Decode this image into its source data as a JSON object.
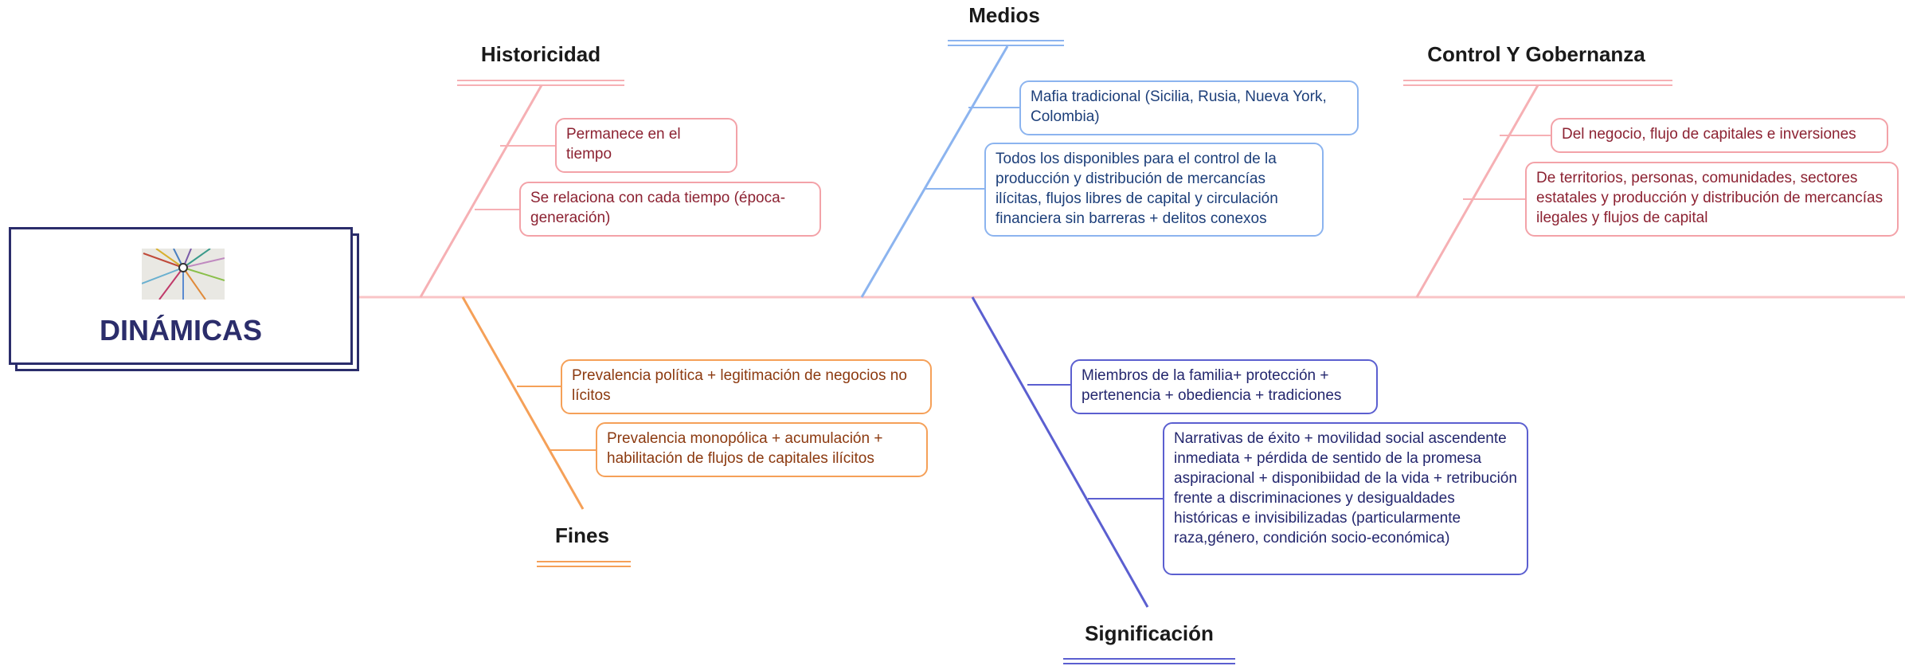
{
  "root": {
    "title": "DINÁMICAS",
    "image": "colored-lines-hub-image"
  },
  "categories": {
    "historicidad": {
      "label": "Historicidad",
      "color": "#f3a2a8"
    },
    "medios": {
      "label": "Medios",
      "color": "#8cb4ef"
    },
    "control": {
      "label": "Control Y Gobernanza",
      "color": "#f3a2a8"
    },
    "fines": {
      "label": "Fines",
      "color": "#f5a058"
    },
    "significacion": {
      "label": "Significación",
      "color": "#5b5fd0"
    }
  },
  "nodes": {
    "hist1": "Permanece en el tiempo",
    "hist2": "Se relaciona con cada tiempo (época-generación)",
    "medios1": "Mafia tradicional (Sicilia, Rusia, Nueva York, Colombia)",
    "medios2": "Todos los disponibles para el control de la producción y distribución de mercancías ilícitas, flujos libres de capital y circulación financiera sin barreras + delitos conexos",
    "control1": "Del negocio, flujo de capitales e inversiones",
    "control2": "De territorios, personas, comunidades, sectores estatales y producción y distribución de mercancías ilegales y  flujos de capital",
    "fines1": "Prevalencia política + legitimación de negocios no lícitos",
    "fines2": "Prevalencia monopólica +  acumulación + habilitación de flujos de capitales ilícitos",
    "sig1": "Miembros de la familia+ protección + pertenencia + obediencia + tradiciones",
    "sig2": "Narrativas de éxito + movilidad social ascendente inmediata + pérdida de sentido de la promesa aspiracional + disponibiidad de la vida + retribución frente a discriminaciones y desigualdades históricas e invisibilizadas (particularmente raza,género, condición socio-económica)"
  }
}
